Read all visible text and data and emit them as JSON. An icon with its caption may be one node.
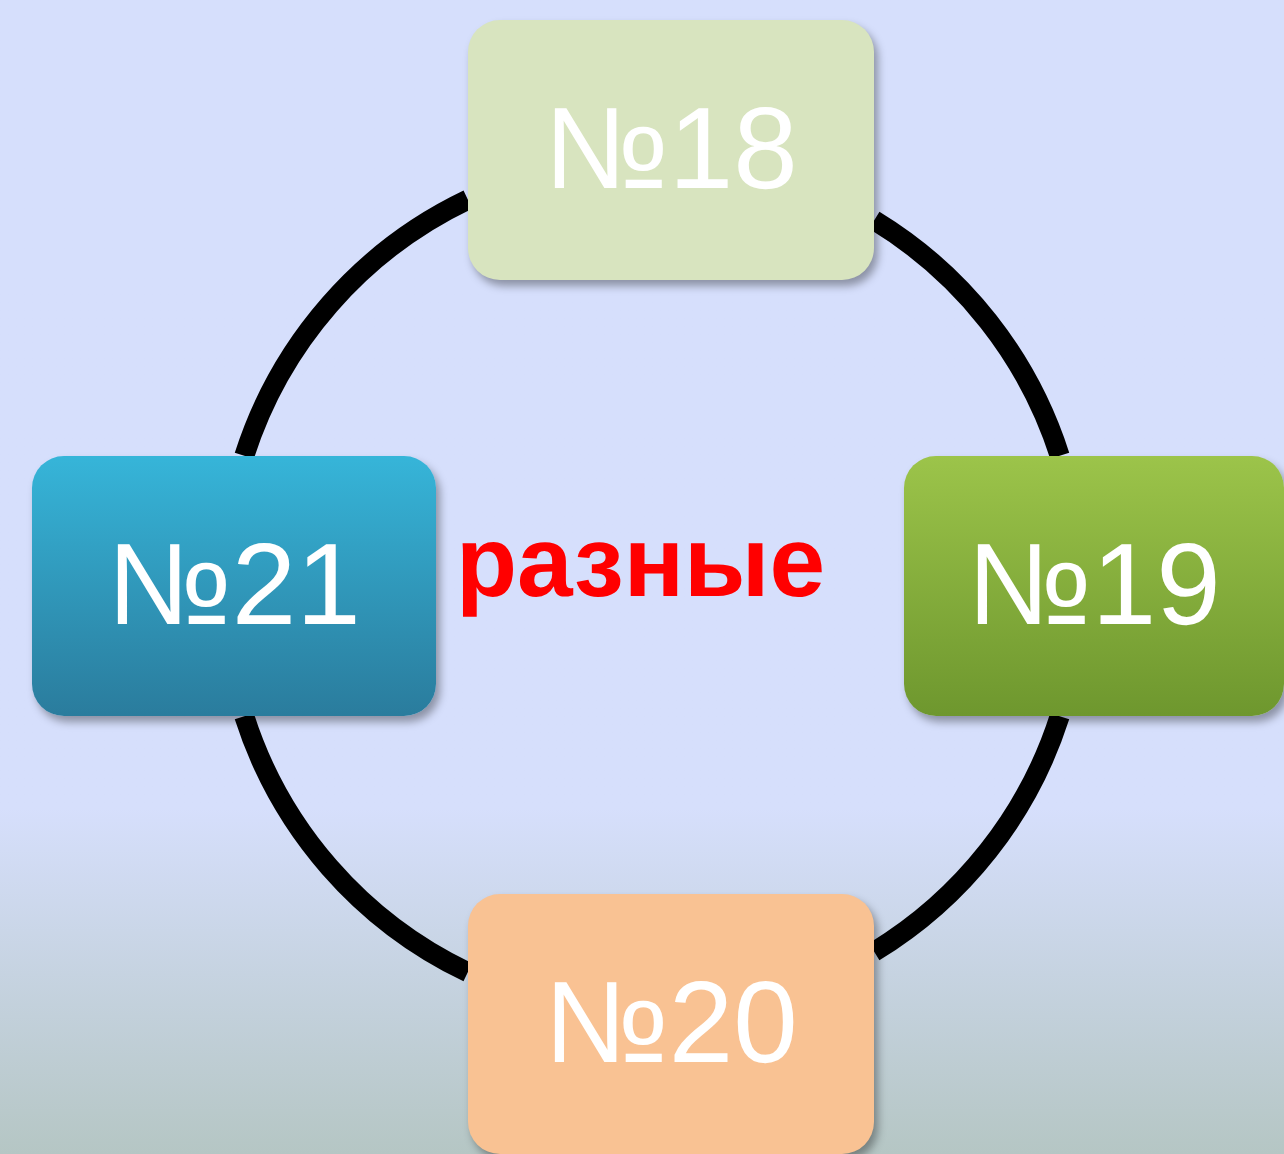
{
  "diagram": {
    "nodes": [
      {
        "text": [
          "№18"
        ]
      },
      {
        "text": [
          "№19"
        ]
      },
      {
        "text": [
          "№20"
        ]
      },
      {
        "text": [
          "№21"
        ]
      }
    ],
    "edges": [
      {
        "from": 0,
        "to": 1,
        "arrow": "none"
      },
      {
        "from": 1,
        "to": 2,
        "arrow": "none"
      },
      {
        "from": 2,
        "to": 3,
        "arrow": "none"
      },
      {
        "from": 3,
        "to": 0,
        "arrow": "none"
      }
    ],
    "labels": [
      "разные"
    ]
  }
}
